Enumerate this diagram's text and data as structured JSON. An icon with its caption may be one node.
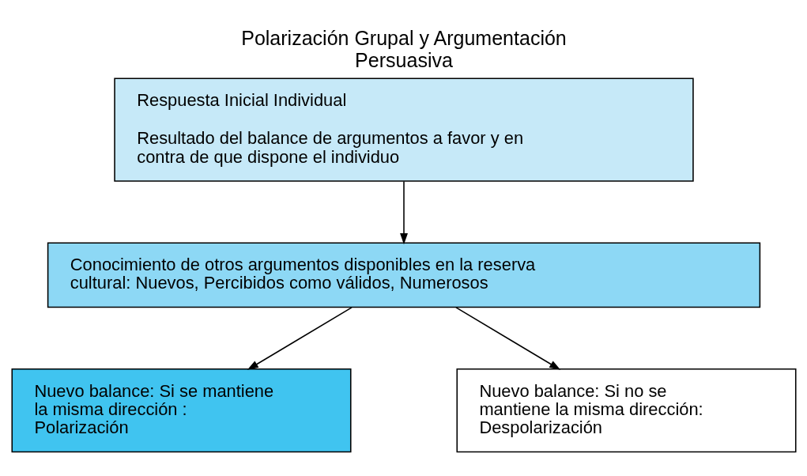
{
  "diagram": {
    "title": "Polarización Grupal y Argumentación Persuasiva",
    "nodes": [
      {
        "text": [
          "Respuesta Inicial Individual",
          "Resultado del balance de argumentos a favor y en contra de que dispone el individuo"
        ]
      },
      {
        "text": [
          "Conocimiento de otros argumentos disponibles en la reserva cultural: Nuevos, Percibidos como válidos, Numerosos"
        ]
      },
      {
        "text": [
          "Nuevo balance: Si se mantiene la misma dirección : Polarización"
        ]
      },
      {
        "text": [
          "Nuevo balance: Si no se mantiene la misma dirección: Despolarización"
        ]
      }
    ],
    "edges": [
      {
        "from": 0,
        "to": 1,
        "arrow": "to"
      },
      {
        "from": 1,
        "to": 2,
        "arrow": "to"
      },
      {
        "from": 1,
        "to": 3,
        "arrow": "to"
      }
    ]
  }
}
